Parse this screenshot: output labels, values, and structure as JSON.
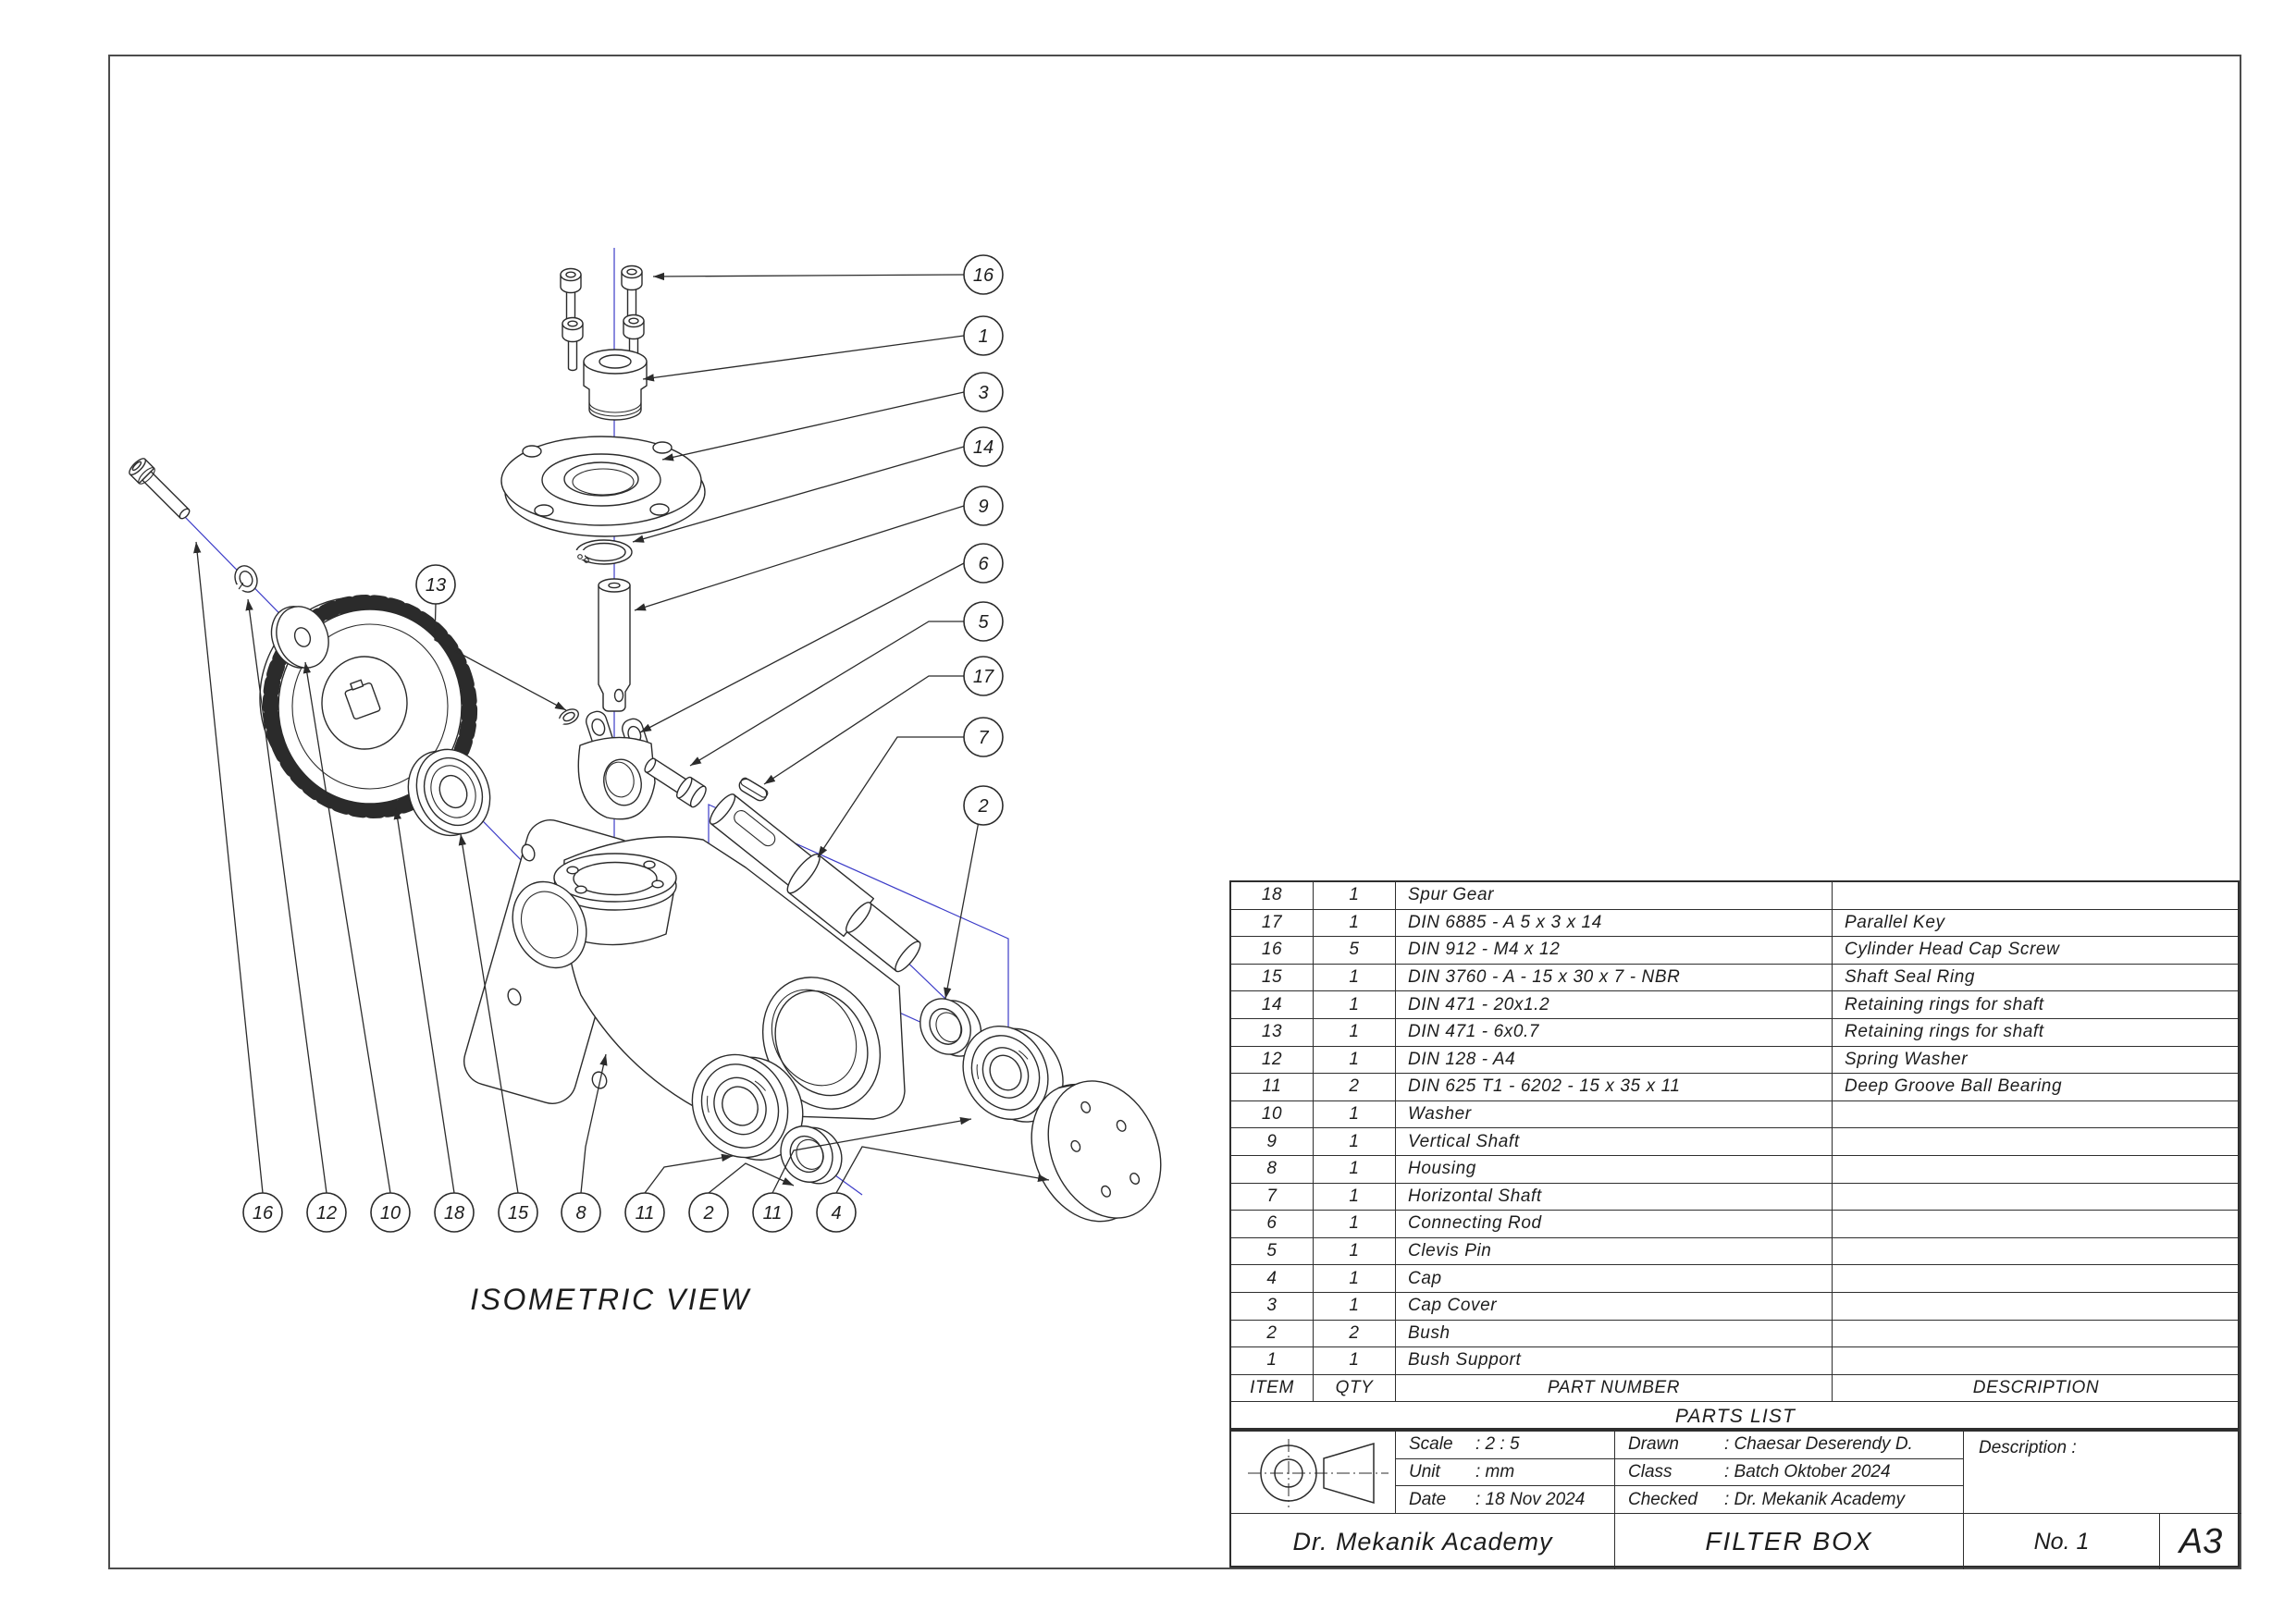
{
  "drawing": {
    "view_label": "ISOMETRIC VIEW",
    "balloons": {
      "right": [
        "16",
        "1",
        "3",
        "14",
        "9",
        "6",
        "5",
        "17",
        "7",
        "2"
      ],
      "left": [
        "13"
      ],
      "bottom": [
        "16",
        "12",
        "10",
        "18",
        "15",
        "8",
        "11",
        "2",
        "11",
        "4"
      ]
    },
    "accent_color": "#3c3cc8",
    "line_color": "#2b2b2b"
  },
  "parts_list": {
    "title": "PARTS LIST",
    "headers": {
      "item": "ITEM",
      "qty": "QTY",
      "part_number": "PART NUMBER",
      "description": "DESCRIPTION"
    },
    "rows": [
      {
        "item": "18",
        "qty": "1",
        "part_number": "Spur Gear",
        "description": ""
      },
      {
        "item": "17",
        "qty": "1",
        "part_number": "DIN 6885 - A 5 x 3 x 14",
        "description": "Parallel Key"
      },
      {
        "item": "16",
        "qty": "5",
        "part_number": "DIN 912 - M4 x 12",
        "description": "Cylinder Head Cap Screw"
      },
      {
        "item": "15",
        "qty": "1",
        "part_number": "DIN 3760 - A - 15 x 30 x 7 - NBR",
        "description": "Shaft Seal Ring"
      },
      {
        "item": "14",
        "qty": "1",
        "part_number": "DIN 471 - 20x1.2",
        "description": "Retaining rings for shaft"
      },
      {
        "item": "13",
        "qty": "1",
        "part_number": "DIN 471 - 6x0.7",
        "description": "Retaining rings for shaft"
      },
      {
        "item": "12",
        "qty": "1",
        "part_number": "DIN 128 - A4",
        "description": "Spring Washer"
      },
      {
        "item": "11",
        "qty": "2",
        "part_number": "DIN 625 T1 - 6202 - 15 x 35 x 11",
        "description": "Deep Groove Ball Bearing"
      },
      {
        "item": "10",
        "qty": "1",
        "part_number": "Washer",
        "description": ""
      },
      {
        "item": "9",
        "qty": "1",
        "part_number": "Vertical Shaft",
        "description": ""
      },
      {
        "item": "8",
        "qty": "1",
        "part_number": "Housing",
        "description": ""
      },
      {
        "item": "7",
        "qty": "1",
        "part_number": "Horizontal Shaft",
        "description": ""
      },
      {
        "item": "6",
        "qty": "1",
        "part_number": "Connecting Rod",
        "description": ""
      },
      {
        "item": "5",
        "qty": "1",
        "part_number": "Clevis Pin",
        "description": ""
      },
      {
        "item": "4",
        "qty": "1",
        "part_number": "Cap",
        "description": ""
      },
      {
        "item": "3",
        "qty": "1",
        "part_number": "Cap Cover",
        "description": ""
      },
      {
        "item": "2",
        "qty": "2",
        "part_number": "Bush",
        "description": ""
      },
      {
        "item": "1",
        "qty": "1",
        "part_number": "Bush Support",
        "description": ""
      }
    ]
  },
  "title_block": {
    "scale_label": "Scale",
    "scale_value": ": 2 : 5",
    "unit_label": "Unit",
    "unit_value": ": mm",
    "date_label": "Date",
    "date_value": ": 18 Nov 2024",
    "drawn_label": "Drawn",
    "drawn_value": ": Chaesar Deserendy D.",
    "class_label": "Class",
    "class_value": ": Batch Oktober 2024",
    "checked_label": "Checked",
    "checked_value": ": Dr. Mekanik Academy",
    "description_label": "Description :",
    "company": "Dr. Mekanik Academy",
    "drawing_title": "FILTER BOX",
    "sheet_number": "No. 1",
    "paper_size": "A3"
  }
}
